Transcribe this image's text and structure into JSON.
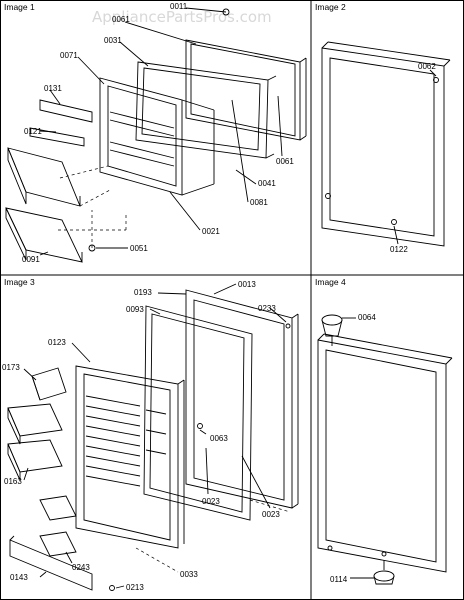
{
  "watermark": "AppliancePartsPros.com",
  "panels": [
    {
      "title": "Image 1",
      "labels": [
        "0011",
        "0061",
        "0031",
        "0071",
        "0131",
        "0121",
        "0091",
        "0051",
        "0021",
        "0081",
        "0041",
        "0061"
      ]
    },
    {
      "title": "Image 2",
      "labels": [
        "0062",
        "0122"
      ]
    },
    {
      "title": "Image 3",
      "labels": [
        "0193",
        "0093",
        "0013",
        "0233",
        "0123",
        "0173",
        "0163",
        "0063",
        "0023",
        "0023",
        "0033",
        "0243",
        "0143",
        "0213"
      ]
    },
    {
      "title": "Image 4",
      "labels": [
        "0064",
        "0114"
      ]
    }
  ]
}
